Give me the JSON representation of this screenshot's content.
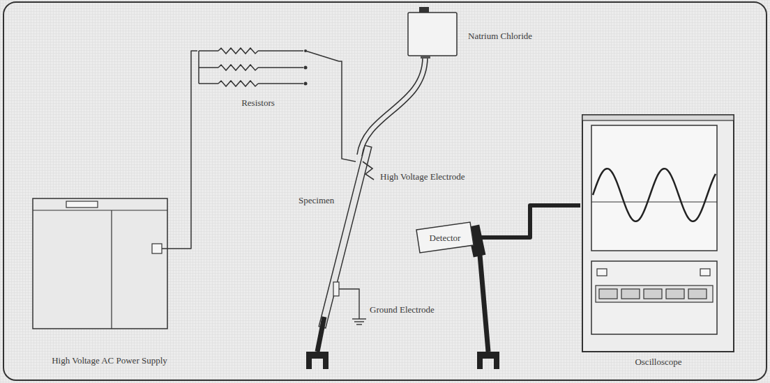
{
  "diagram": {
    "nodes": [
      {
        "text": [
          "High Voltage AC Power Supply"
        ]
      },
      {
        "text": [
          "Resistors"
        ]
      },
      {
        "text": [
          "Natrium Chloride"
        ]
      },
      {
        "text": [
          "Detector"
        ]
      },
      {
        "text": [
          "Oscilloscope"
        ]
      }
    ],
    "edges": [
      {
        "from": 0,
        "to": 1,
        "arrow": "none"
      },
      {
        "from": 3,
        "to": 4,
        "arrow": "none"
      }
    ],
    "labels": [
      "High Voltage Electrode",
      "Specimen",
      "Ground Electrode"
    ]
  }
}
